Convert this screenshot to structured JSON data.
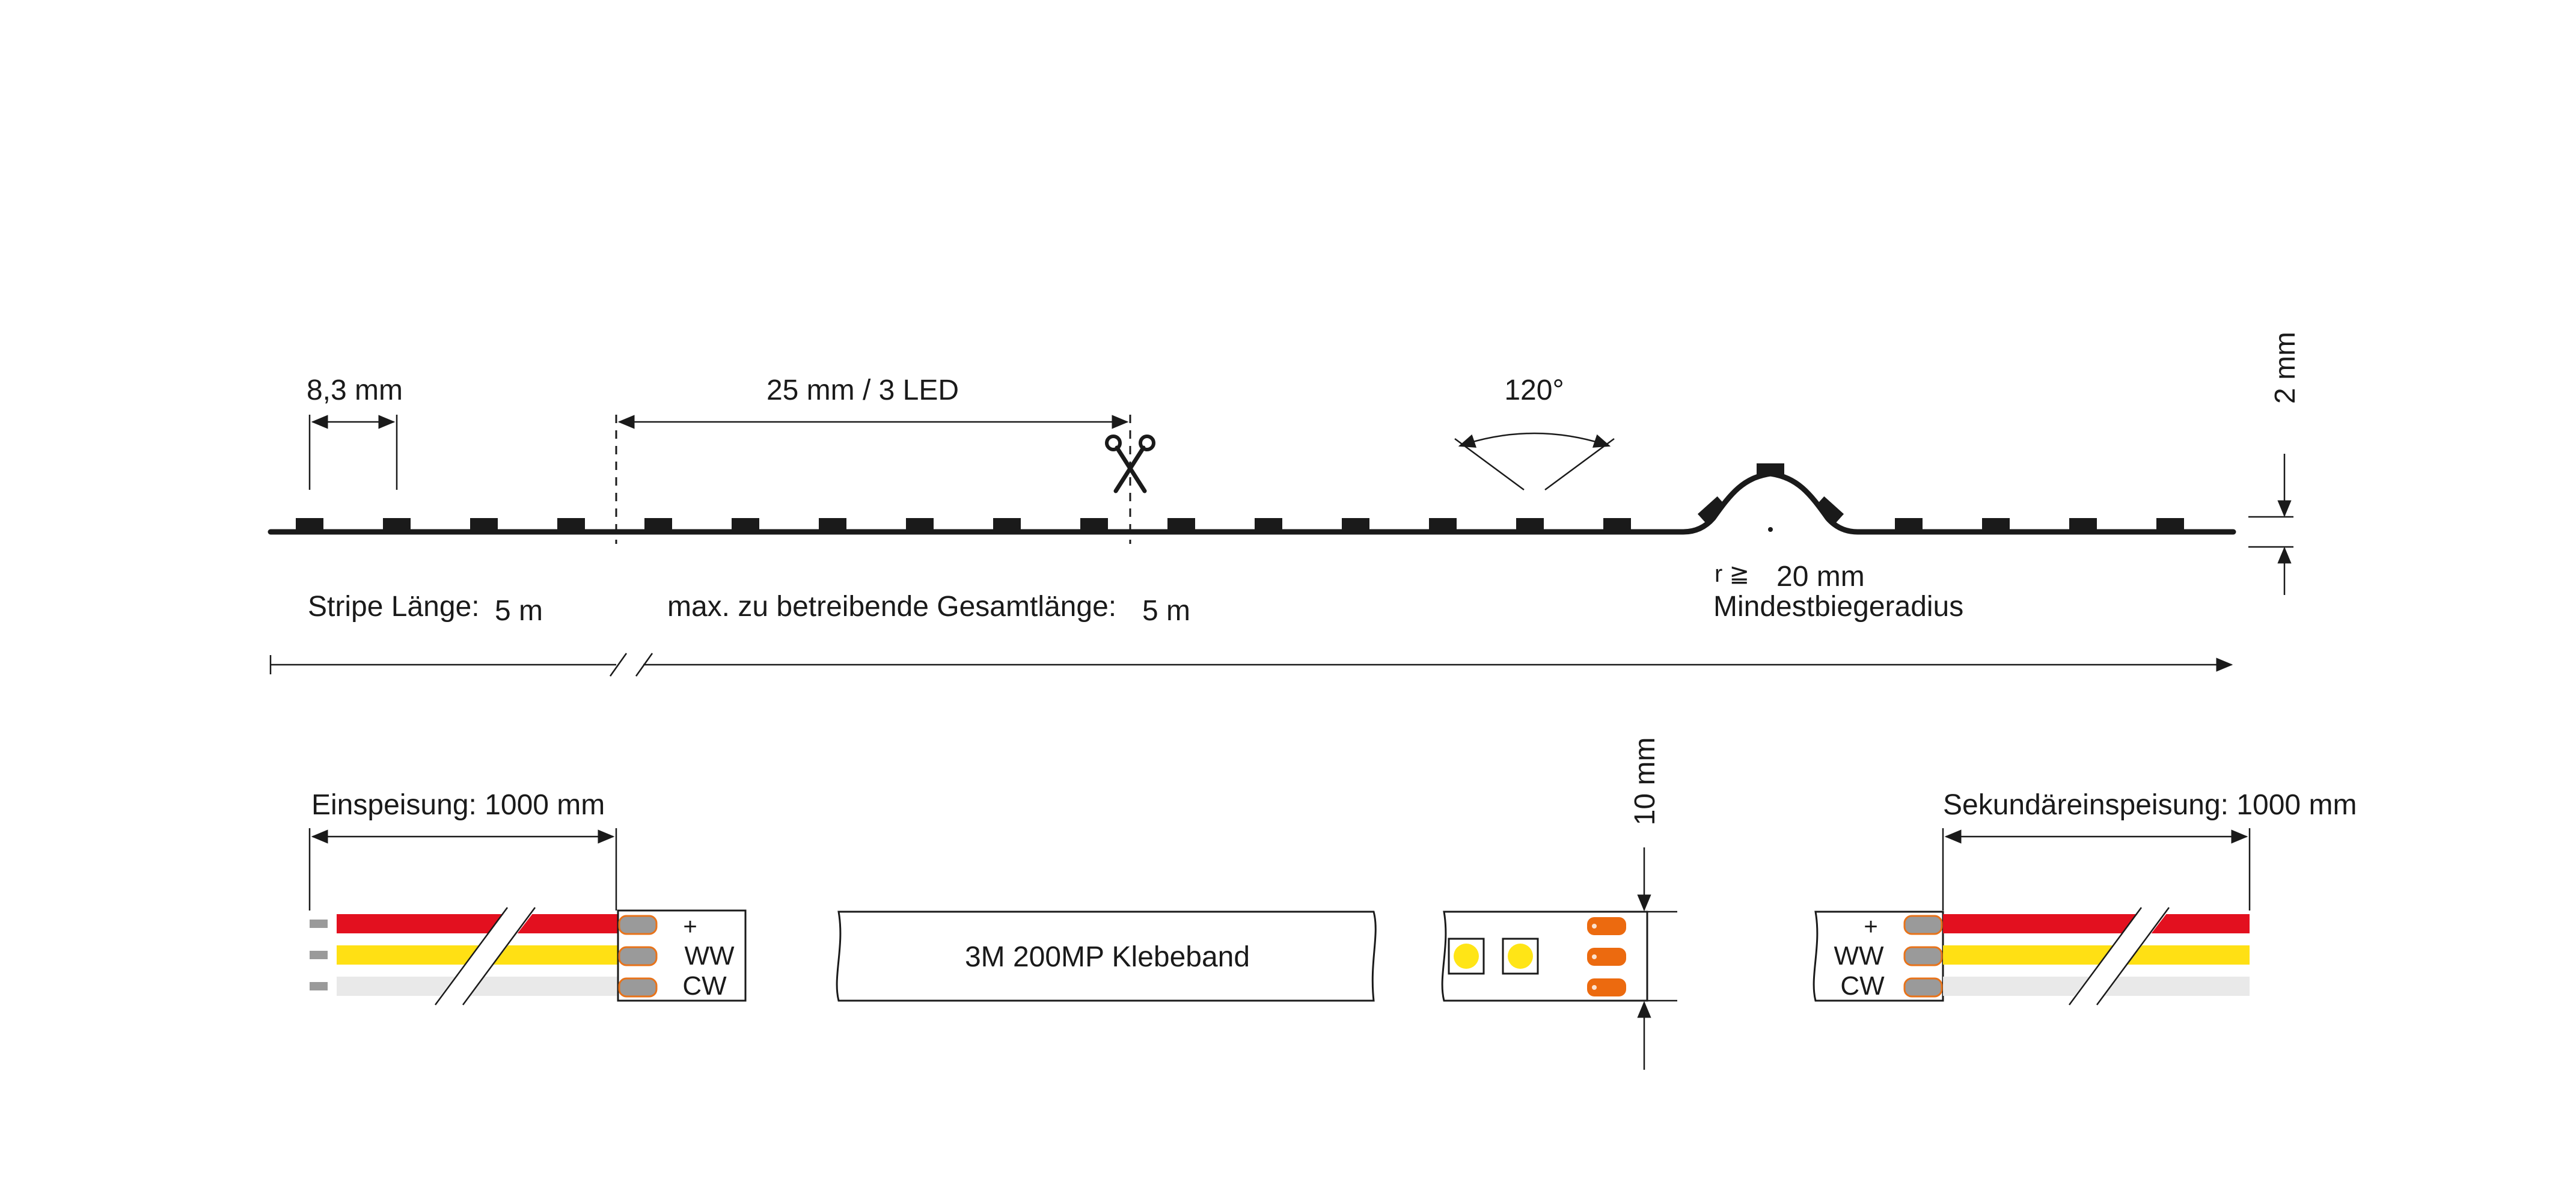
{
  "top": {
    "pitch_label": "8,3 mm",
    "cut_label": "25 mm / 3 LED",
    "angle_label": "120°",
    "height_label": "2 mm",
    "strip_length_label": "Stripe Länge:",
    "strip_length_value": "5 m",
    "max_length_label": "max. zu betreibende Gesamtlänge:",
    "max_length_value": "5 m",
    "radius_symbol": "r ≧",
    "radius_value": "20 mm",
    "radius_label": "Mindestbiegeradius"
  },
  "bottom": {
    "feed_label": "Einspeisung: 1000 mm",
    "secondary_feed_label": "Sekundäreinspeisung: 1000 mm",
    "width_label": "10 mm",
    "tape_label": "3M 200MP Klebeband",
    "pads_left": [
      "+",
      "WW",
      "CW"
    ],
    "pads_right": [
      "+",
      "WW",
      "CW"
    ]
  },
  "colors": {
    "wire_plus": "#e3101f",
    "wire_ww": "#ffe014",
    "wire_cw": "#e9e9e9",
    "pad_grey": "#9a9a9a",
    "pad_outline": "#e8731a",
    "pad_orange": "#ec6a0f",
    "led_yellow": "#ffe516",
    "ink": "#1a1a1a"
  }
}
